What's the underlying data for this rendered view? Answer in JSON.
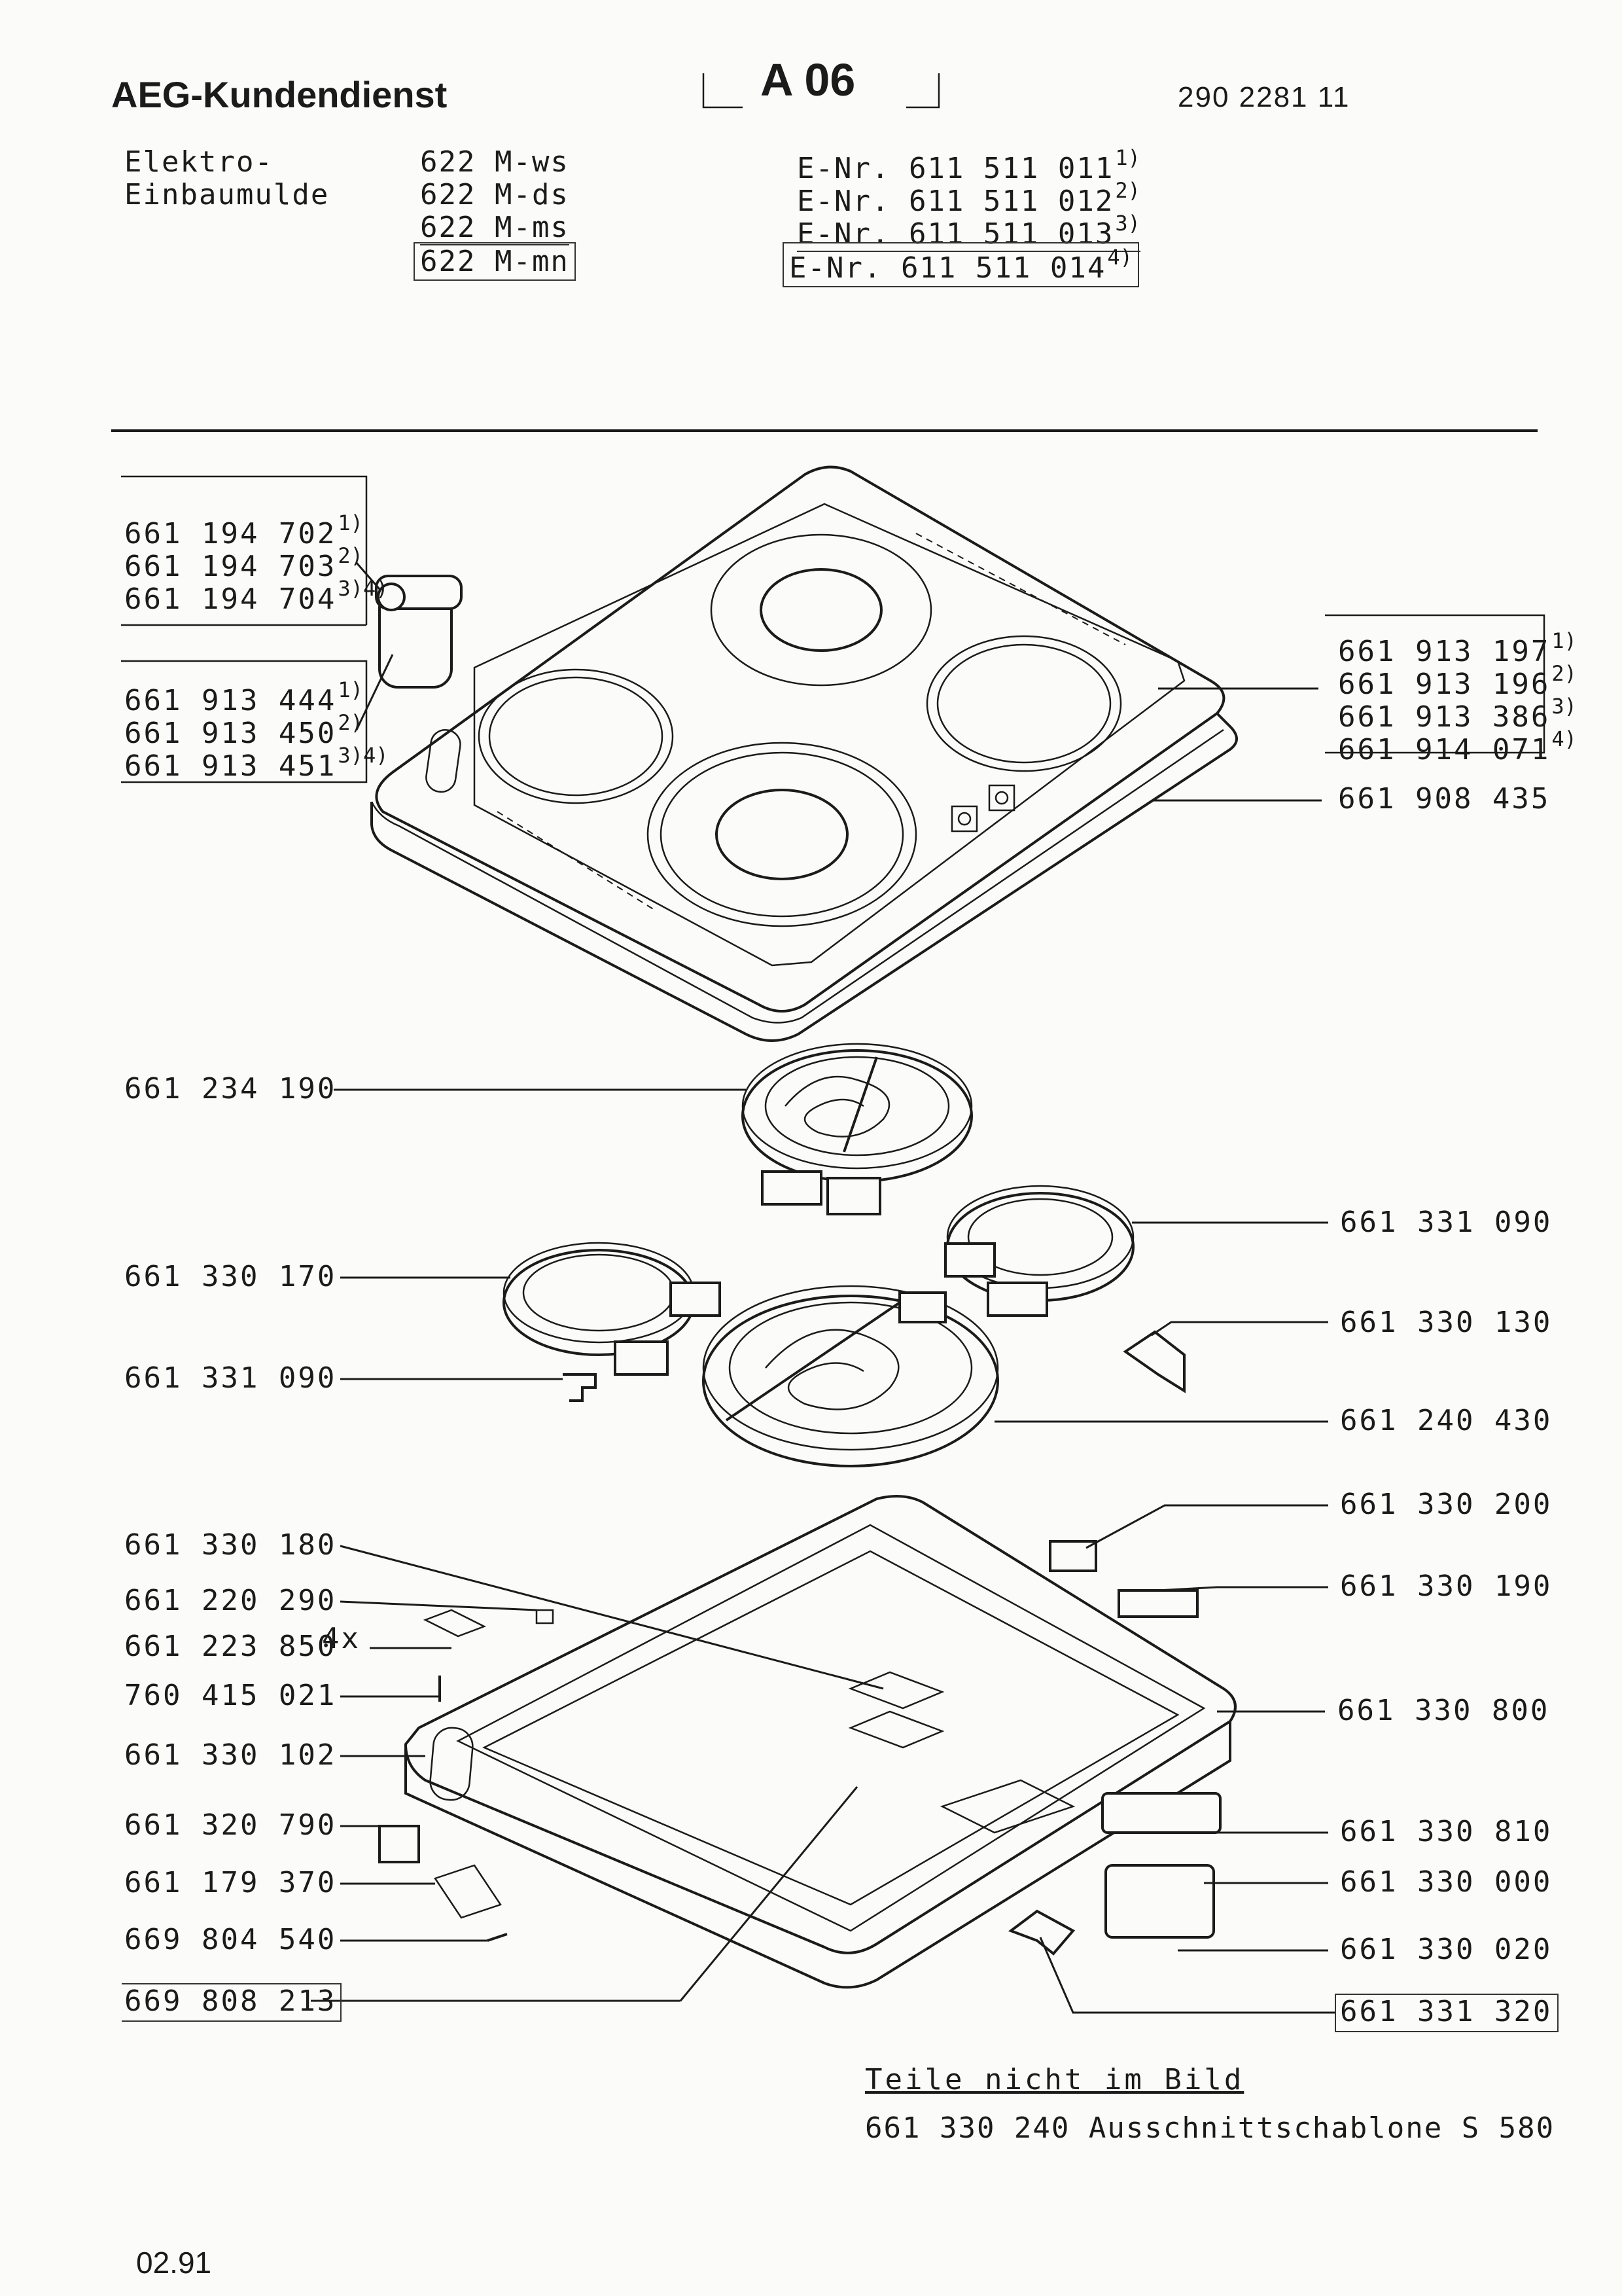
{
  "header": {
    "brand": "AEG-Kundendienst",
    "page_code": "A 06",
    "doc_number": "290 2281 11"
  },
  "product": {
    "name_line1": "Elektro-",
    "name_line2": "Einbaumulde",
    "variants": [
      {
        "model": "622 M-ws",
        "enr": "E-Nr. 611 511 011",
        "fn": "1)"
      },
      {
        "model": "622 M-ds",
        "enr": "E-Nr. 611 511 012",
        "fn": "2)"
      },
      {
        "model": "622 M-ms",
        "enr": "E-Nr. 611 511 013",
        "fn": "3)"
      },
      {
        "model": "622 M-mn",
        "enr": "E-Nr. 611 511 014",
        "fn": "4)"
      }
    ]
  },
  "parts_left_top": [
    {
      "number": "661 194 702",
      "fn": "1)"
    },
    {
      "number": "661 194 703",
      "fn": "2)"
    },
    {
      "number": "661 194 704",
      "fn": "3)4)"
    },
    {
      "number": "661 913 444",
      "fn": "1)"
    },
    {
      "number": "661 913 450",
      "fn": "2)"
    },
    {
      "number": "661 913 451",
      "fn": "3)4)"
    }
  ],
  "parts_right_top": [
    {
      "number": "661 913 197",
      "fn": "1)"
    },
    {
      "number": "661 913 196",
      "fn": "2)"
    },
    {
      "number": "661 913 386",
      "fn": "3)"
    },
    {
      "number": "661 914 071",
      "fn": "4)"
    },
    {
      "number": "661 908 435",
      "fn": ""
    }
  ],
  "parts_middle": [
    "661 234 190",
    "661 331 090",
    "661 330 170",
    "661 331 090",
    "661 330 130",
    "661 240 430"
  ],
  "parts_left_bottom": [
    "661 330 180",
    "661 220 290",
    "661 223 850",
    "760 415 021",
    "661 330 102",
    "661 320 790",
    "661 179 370",
    "669 804 540",
    "669 808 213"
  ],
  "qty_note": "4x",
  "parts_right_bottom": [
    "661 330 200",
    "661 330 190",
    "661 330 800",
    "661 330 810",
    "661 330 000",
    "661 330 020",
    "661 331 320"
  ],
  "not_shown": {
    "title": "Teile nicht im Bild",
    "item": "661 330 240 Ausschnittschablone S 580"
  },
  "footer": {
    "date": "02.91"
  }
}
